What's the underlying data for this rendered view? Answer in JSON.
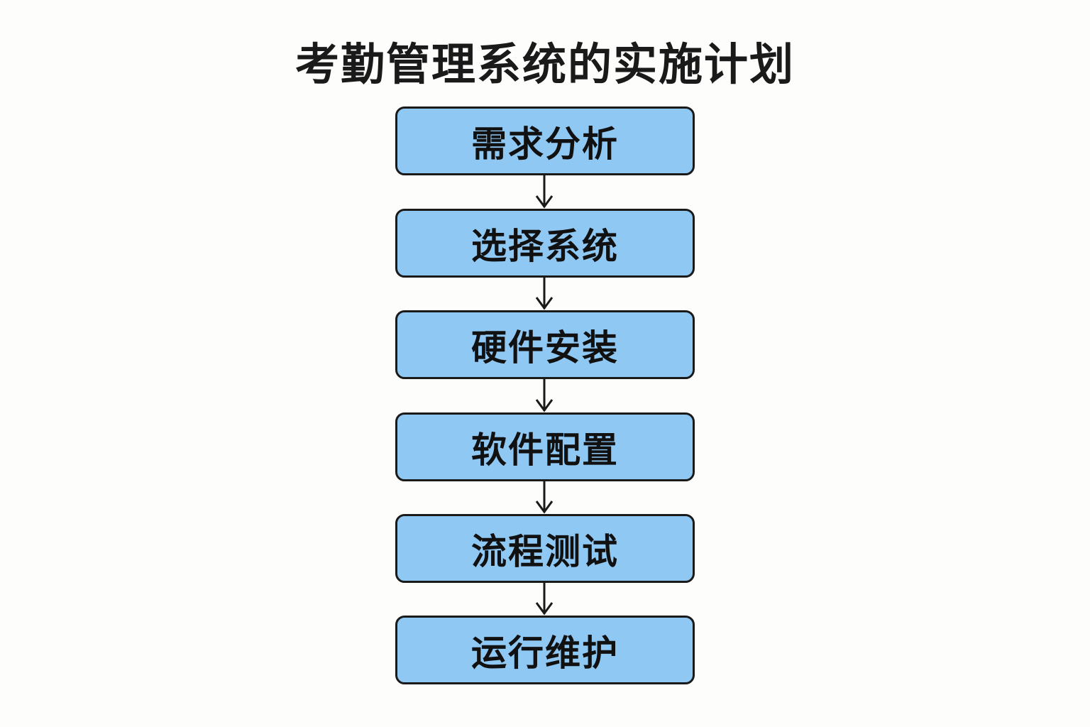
{
  "title": "考勤管理系统的实施计划",
  "colors": {
    "box_fill": "#90c8f4",
    "border": "#1a1a1a",
    "arrow": "#1a1a1a"
  },
  "steps": [
    "需求分析",
    "选择系统",
    "硬件安装",
    "软件配置",
    "流程测试",
    "运行维护"
  ]
}
